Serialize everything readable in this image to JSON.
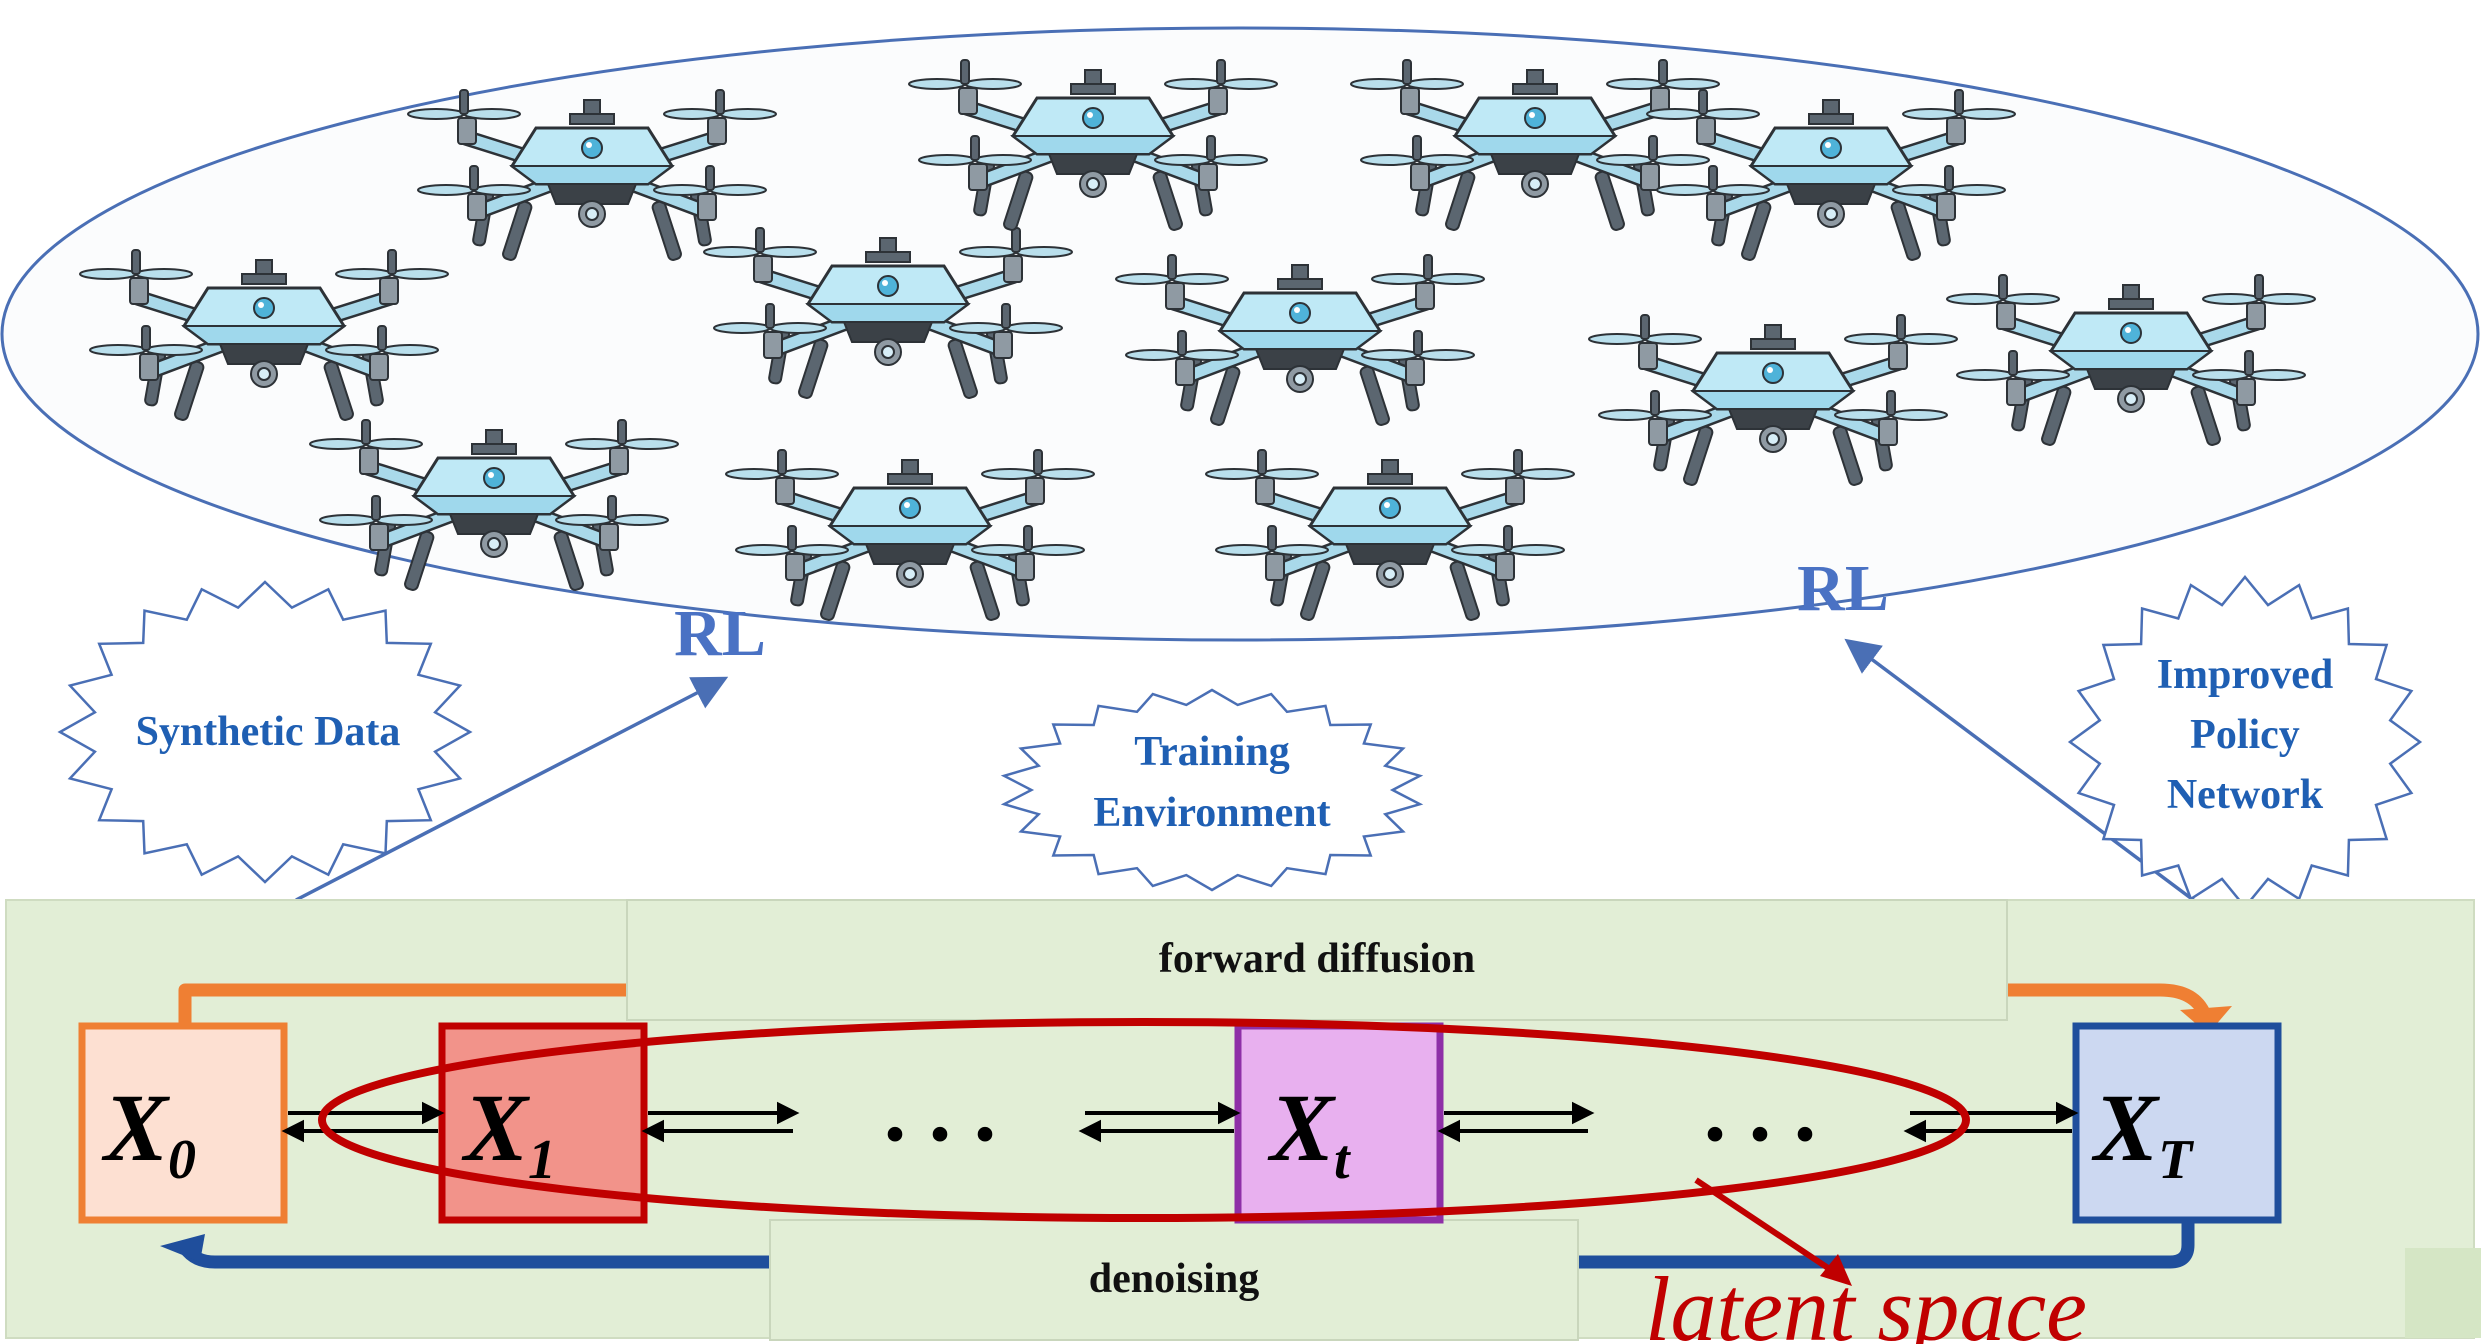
{
  "labels": {
    "rl": "RL",
    "synthetic_data": "Synthetic Data",
    "training_environment": [
      "Training",
      "Environment"
    ],
    "improved_policy_network": [
      "Improved",
      "Policy",
      "Network"
    ],
    "forward_diffusion": "forward diffusion",
    "denoising": "denoising",
    "latent_space": "latent space",
    "ellipsis": ". . ."
  },
  "states": [
    {
      "base": "X",
      "sub": "0"
    },
    {
      "base": "X",
      "sub": "1"
    },
    {
      "base": "X",
      "sub": "t"
    },
    {
      "base": "X",
      "sub": "T"
    }
  ],
  "icons": [
    "quadcopter-drone-icon"
  ],
  "colors": {
    "ellipse_stroke": "#4a6fb5",
    "panel_fill": "#e2eed6",
    "forward_arrow": "#ef7f33",
    "denoise_arrow": "#1f4e9c",
    "latent_red": "#c00000",
    "x0_fill": "#fde0d2",
    "x0_stroke": "#ef7f33",
    "x1_fill": "#f2938a",
    "x1_stroke": "#c00000",
    "xt_fill": "#e8b0ef",
    "xt_stroke": "#8e2fa7",
    "xT_fill": "#ccd8f1",
    "xT_stroke": "#1f4e9c",
    "label_blue": "#1f5fb3"
  }
}
